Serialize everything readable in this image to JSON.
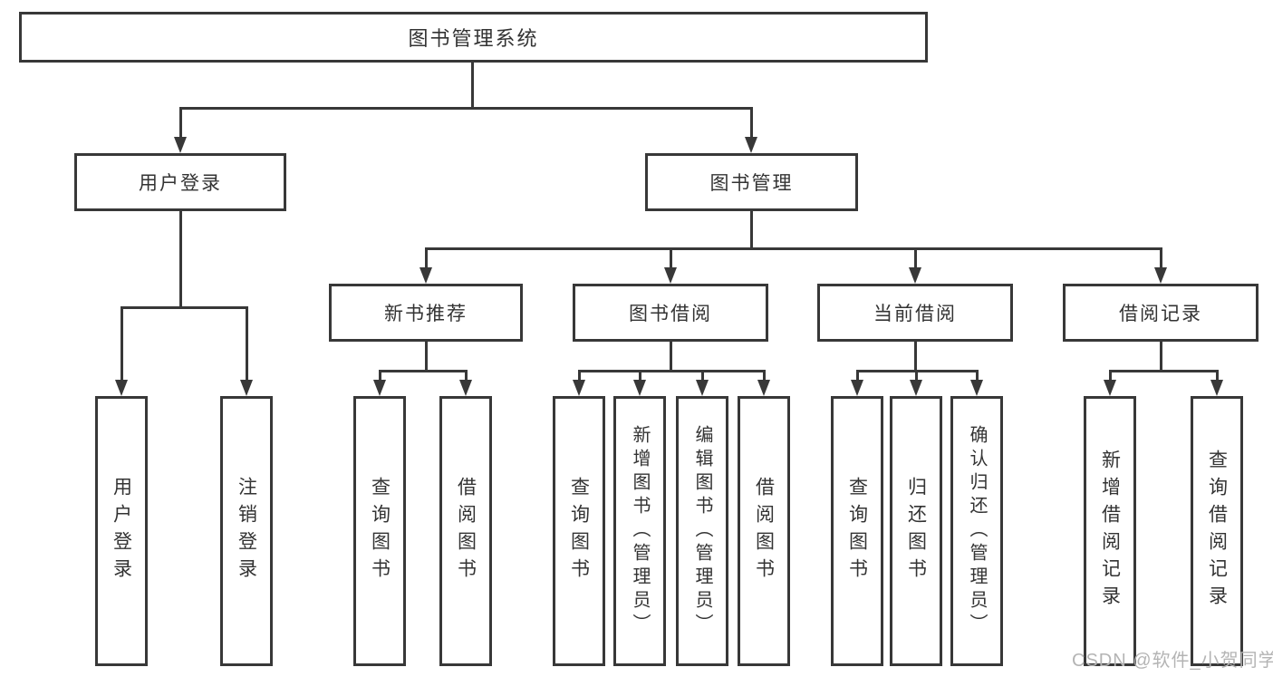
{
  "colors": {
    "line": "#383838",
    "box_border": "#383838",
    "text": "#333333",
    "watermark": "#b4b4b4",
    "background": "#ffffff"
  },
  "tree": {
    "root": {
      "label": "图书管理系统"
    },
    "user_login": {
      "label": "用户登录",
      "children": {
        "login": {
          "label": "用户登录"
        },
        "logout": {
          "label": "注销登录"
        }
      }
    },
    "book_mgmt": {
      "label": "图书管理",
      "children": {
        "new_book_rec": {
          "label": "新书推荐",
          "children": {
            "query_books": {
              "label": "查询图书"
            },
            "borrow_books": {
              "label": "借阅图书"
            }
          }
        },
        "book_borrow": {
          "label": "图书借阅",
          "children": {
            "query_books": {
              "label": "查询图书"
            },
            "add_books": {
              "label": "新增图书（管理员）"
            },
            "edit_books": {
              "label": "编辑图书（管理员）"
            },
            "borrow_books": {
              "label": "借阅图书"
            }
          }
        },
        "current_borrow": {
          "label": "当前借阅",
          "children": {
            "query_books": {
              "label": "查询图书"
            },
            "return_books": {
              "label": "归还图书"
            },
            "confirm_return": {
              "label": "确认归还（管理员）"
            }
          }
        },
        "borrow_records": {
          "label": "借阅记录",
          "children": {
            "add_record": {
              "label": "新增借阅记录"
            },
            "query_record": {
              "label": "查询借阅记录"
            }
          }
        }
      }
    }
  },
  "watermark": {
    "text": "CSDN @软件_小贺同学"
  }
}
